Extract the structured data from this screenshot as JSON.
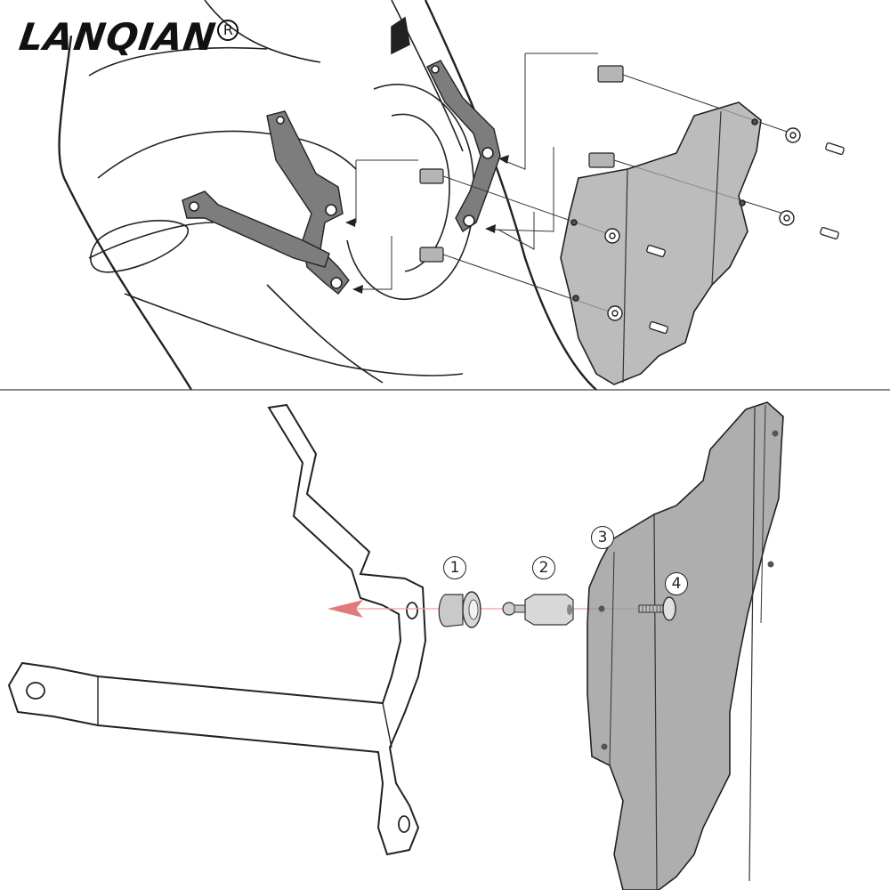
{
  "brand": {
    "name": "LANQIAN",
    "registered_mark": "R"
  },
  "callouts": {
    "part1": "1",
    "part2": "2",
    "part3": "3",
    "part4": "4"
  },
  "colors": {
    "line": "#111111",
    "panel_fill": "#9a9a9a",
    "bracket_fill": "#7d7d7d",
    "arrow_red": "#e07b7b"
  }
}
